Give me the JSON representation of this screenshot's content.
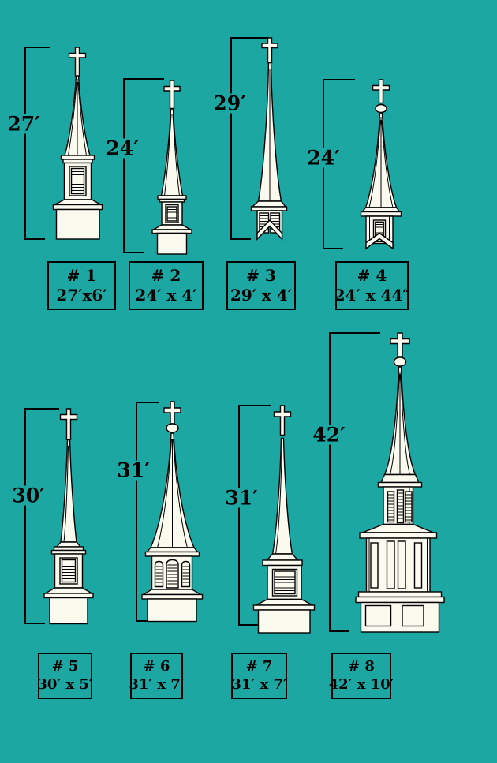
{
  "page": {
    "background_color": "#1CA7A3",
    "line_color": "#000000",
    "drawing_fill_color": "#FBFAEF"
  },
  "steeples": [
    {
      "number": "# 1",
      "size": "27′x6′",
      "height": "27′"
    },
    {
      "number": "# 2",
      "size": "24′ x 4′",
      "height": "24′"
    },
    {
      "number": "# 3",
      "size": "29′ x 4′",
      "height": "29′"
    },
    {
      "number": "# 4",
      "size": "24′ x 44″",
      "height": "24′"
    },
    {
      "number": "# 5",
      "size": "30′ x 5′",
      "height": "30′"
    },
    {
      "number": "# 6",
      "size": "31′ x 7′",
      "height": "31′"
    },
    {
      "number": "# 7",
      "size": "31′ x 7′",
      "height": "31′"
    },
    {
      "number": "# 8",
      "size": "42′ x 10′",
      "height": "42′"
    }
  ]
}
